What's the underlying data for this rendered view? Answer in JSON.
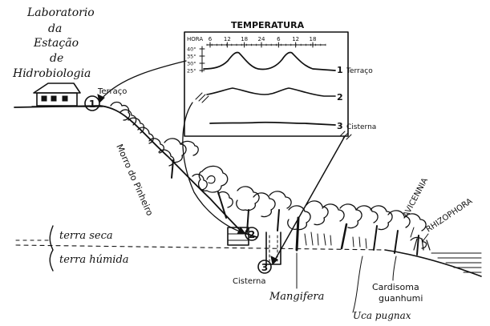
{
  "lab": {
    "line1": "Laboratorio",
    "line2": "da",
    "line3": "Estação",
    "line4": "de",
    "line5": "Hidrobiologia"
  },
  "station_terraco_label": "Terraço",
  "morro_label": "Morro do Pinheiro",
  "terra_seca": "terra seca",
  "terra_humida": "terra húmida",
  "cisterna_label": "Cisterna",
  "mangifera": "Mangifera",
  "avicennia": "AVICENNIA",
  "rhizophora": "RHIZOPHORA",
  "cardisoma_line1": "Cardisoma",
  "cardisoma_line2": "guanhumi",
  "uca": "Uca pugnax",
  "markers": {
    "m1": "1",
    "m2": "2",
    "m3": "3"
  },
  "temperature_panel": {
    "title": "TEMPERATURA",
    "hora_label": "HORA",
    "hour_ticks": [
      "6",
      "12",
      "18",
      "24",
      "6",
      "12",
      "18"
    ],
    "temp_ticks": [
      "40°",
      "35°",
      "30°",
      "25°"
    ],
    "curves": [
      {
        "number": "1",
        "label": "Terraço"
      },
      {
        "number": "2",
        "label": ""
      },
      {
        "number": "3",
        "label": "Cisterna"
      }
    ]
  }
}
